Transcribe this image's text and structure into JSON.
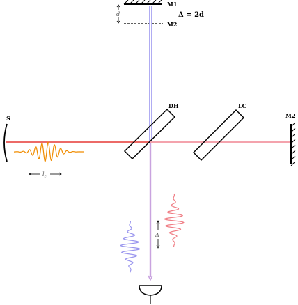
{
  "labels": {
    "m1": "M1",
    "m2_upper": "M2",
    "m2_right": "M2",
    "bs": "DH",
    "lc": "LC",
    "source": "S",
    "d": "d",
    "lc_len": "l",
    "lc_sub": "c",
    "delta": "Δ",
    "relation": "Δ = 2d"
  },
  "colors": {
    "red_beam": "#e53935",
    "pink_beam": "#f4a3ad",
    "blue_beam": "#a7a3f0",
    "orange_wave": "#f08c00",
    "red_wave": "#f07f86",
    "blue_wave": "#9a96ee",
    "dashed_mirror": "#000000"
  },
  "icons": {
    "detector": "detector-icon",
    "hatched_mirror": "hatched-mirror-icon"
  }
}
